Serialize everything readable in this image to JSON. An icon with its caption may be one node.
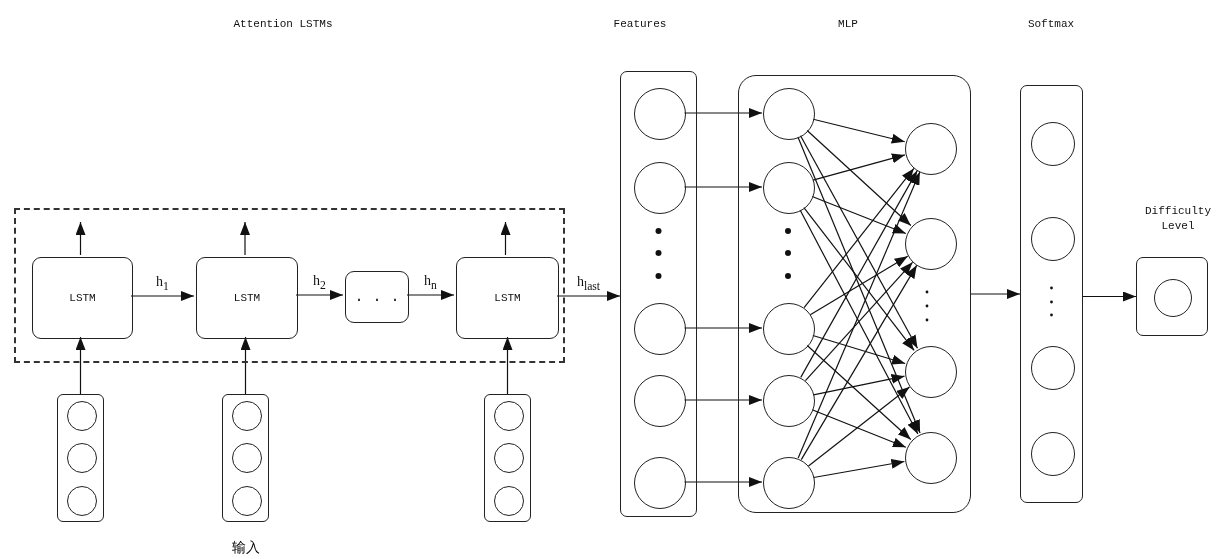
{
  "diagram": {
    "nodes": [
      {
        "text": [],
        "shape": "box"
      },
      {
        "text": [
          "LSTM"
        ],
        "in": 0
      },
      {
        "text": [
          "LSTM"
        ],
        "in": 0
      },
      {
        "text": [
          ". . ."
        ],
        "in": 0
      },
      {
        "text": [
          "LSTM"
        ],
        "in": 0
      },
      {
        "text": [],
        "shape": "box"
      },
      {
        "text": [],
        "shape": "circle",
        "in": 5
      },
      {
        "text": [],
        "shape": "circle",
        "in": 5
      },
      {
        "text": [],
        "shape": "circle",
        "in": 5
      },
      {
        "text": [],
        "shape": "box",
        "beside": [
          "输入"
        ]
      },
      {
        "text": [],
        "shape": "circle",
        "in": 9
      },
      {
        "text": [],
        "shape": "circle",
        "in": 9
      },
      {
        "text": [],
        "shape": "circle",
        "in": 9
      },
      {
        "text": [],
        "shape": "box"
      },
      {
        "text": [],
        "shape": "circle",
        "in": 13
      },
      {
        "text": [],
        "shape": "circle",
        "in": 13
      },
      {
        "text": [],
        "shape": "circle",
        "in": 13
      },
      {
        "text": [],
        "shape": "box"
      },
      {
        "text": [],
        "shape": "circle",
        "in": 17
      },
      {
        "text": [],
        "shape": "circle",
        "in": 17
      },
      {
        "text": [],
        "shape": "circle",
        "in": 17
      },
      {
        "text": [],
        "shape": "circle",
        "in": 17
      },
      {
        "text": [],
        "shape": "circle",
        "in": 17
      },
      {
        "text": [],
        "shape": "box"
      },
      {
        "text": [],
        "shape": "circle",
        "in": 23
      },
      {
        "text": [],
        "shape": "circle",
        "in": 23
      },
      {
        "text": [],
        "shape": "circle",
        "in": 23
      },
      {
        "text": [],
        "shape": "circle",
        "in": 23
      },
      {
        "text": [],
        "shape": "circle",
        "in": 23
      },
      {
        "text": [],
        "shape": "circle",
        "in": 23
      },
      {
        "text": [],
        "shape": "circle",
        "in": 23
      },
      {
        "text": [],
        "shape": "circle",
        "in": 23
      },
      {
        "text": [],
        "shape": "circle",
        "in": 23
      },
      {
        "text": [],
        "shape": "box"
      },
      {
        "text": [],
        "shape": "circle",
        "in": 33
      },
      {
        "text": [],
        "shape": "circle",
        "in": 33
      },
      {
        "text": [],
        "shape": "circle",
        "in": 33
      },
      {
        "text": [],
        "shape": "circle",
        "in": 33
      },
      {
        "text": [
          "Difficulty Level"
        ]
      },
      {
        "text": [],
        "shape": "circle",
        "in": 38
      }
    ],
    "edges": [
      {
        "from": 1,
        "to": null,
        "arrow": "to"
      },
      {
        "from": 2,
        "to": null,
        "arrow": "to"
      },
      {
        "from": 4,
        "to": null,
        "arrow": "to"
      },
      {
        "from": 5,
        "to": 1,
        "arrow": "to"
      },
      {
        "from": 9,
        "to": 2,
        "arrow": "to"
      },
      {
        "from": 13,
        "to": 4,
        "arrow": "to"
      },
      {
        "from": 1,
        "to": 2,
        "arrow": "to",
        "label": "h$_{1}$"
      },
      {
        "from": 2,
        "to": 3,
        "arrow": "to",
        "label": "h$_{2}$"
      },
      {
        "from": 3,
        "to": 4,
        "arrow": "to",
        "label": "h$_{n}$"
      },
      {
        "from": 4,
        "to": 17,
        "arrow": "to",
        "label": "h$_{last}$"
      },
      {
        "from": 18,
        "to": 24,
        "arrow": "to"
      },
      {
        "from": 19,
        "to": 25,
        "arrow": "to"
      },
      {
        "from": 20,
        "to": 26,
        "arrow": "to"
      },
      {
        "from": 21,
        "to": 27,
        "arrow": "to"
      },
      {
        "from": 22,
        "to": 28,
        "arrow": "to"
      },
      {
        "from": 24,
        "to": 29,
        "arrow": "to"
      },
      {
        "from": 24,
        "to": 30,
        "arrow": "to"
      },
      {
        "from": 24,
        "to": 31,
        "arrow": "to"
      },
      {
        "from": 24,
        "to": 32,
        "arrow": "to"
      },
      {
        "from": 25,
        "to": 29,
        "arrow": "to"
      },
      {
        "from": 25,
        "to": 30,
        "arrow": "to"
      },
      {
        "from": 25,
        "to": 31,
        "arrow": "to"
      },
      {
        "from": 25,
        "to": 32,
        "arrow": "to"
      },
      {
        "from": 26,
        "to": 29,
        "arrow": "to"
      },
      {
        "from": 26,
        "to": 30,
        "arrow": "to"
      },
      {
        "from": 26,
        "to": 31,
        "arrow": "to"
      },
      {
        "from": 26,
        "to": 32,
        "arrow": "to"
      },
      {
        "from": 27,
        "to": 29,
        "arrow": "to"
      },
      {
        "from": 27,
        "to": 30,
        "arrow": "to"
      },
      {
        "from": 27,
        "to": 31,
        "arrow": "to"
      },
      {
        "from": 27,
        "to": 32,
        "arrow": "to"
      },
      {
        "from": 28,
        "to": 29,
        "arrow": "to"
      },
      {
        "from": 28,
        "to": 30,
        "arrow": "to"
      },
      {
        "from": 28,
        "to": 31,
        "arrow": "to"
      },
      {
        "from": 28,
        "to": 32,
        "arrow": "to"
      },
      {
        "from": 23,
        "to": 33,
        "arrow": "to"
      },
      {
        "from": 33,
        "to": 38,
        "arrow": "to"
      }
    ],
    "labels": [
      "Attention LSTMs",
      "Features",
      "MLP",
      "Softmax"
    ]
  }
}
